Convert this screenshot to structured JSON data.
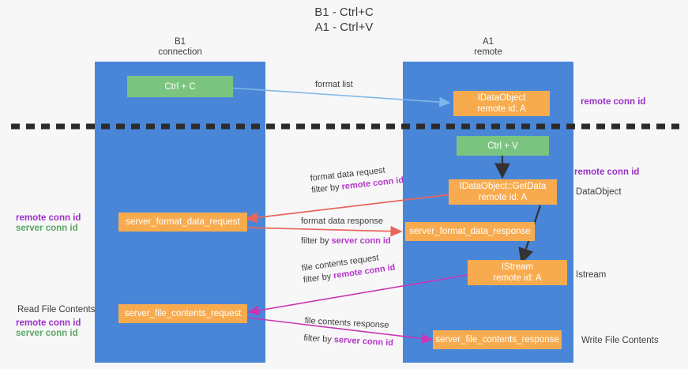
{
  "diagram": {
    "title": "B1 - Ctrl+C\nA1 - Ctrl+V",
    "type": "sequence-diagram",
    "background_color": "#f7f7f7",
    "lane_color": "#4a86d8",
    "node_colors": {
      "action": "#7ac47f",
      "message": "#f8ab4e"
    },
    "accent_colors": {
      "remote_conn_id": "#b537c9",
      "server_conn_id": "#5aa564",
      "format_arrow": "#e8655a",
      "file_arrow": "#c936b5",
      "copy_arrow": "#7fb8e8",
      "flow_arrow": "#333333"
    }
  },
  "columns": [
    {
      "id": "b1",
      "heading": "B1\nconnection"
    },
    {
      "id": "a1",
      "heading": "A1\nremote"
    }
  ],
  "nodes": {
    "ctrl_c": {
      "label": "Ctrl + C",
      "style": "green"
    },
    "idataobject": {
      "label": "IDataObject\nremote id: A",
      "style": "orange"
    },
    "ctrl_v": {
      "label": "Ctrl + V",
      "style": "green"
    },
    "getdata": {
      "label": "IDataObject::GetData\nremote id: A",
      "style": "orange"
    },
    "server_format_data_request": {
      "label": "server_format_data_request",
      "style": "orange"
    },
    "server_format_data_response": {
      "label": "server_format_data_response",
      "style": "orange"
    },
    "istream": {
      "label": "IStream\nremote id: A",
      "style": "orange"
    },
    "server_file_contents_request": {
      "label": "server_file_contents_request",
      "style": "orange"
    },
    "server_file_contents_response": {
      "label": "server_file_contents_response",
      "style": "orange"
    }
  },
  "edge_labels": {
    "format_list": {
      "line1": "format list",
      "line2": "",
      "highlight": ""
    },
    "format_data_request": {
      "line1": "format data request",
      "line2_prefix": "filter by ",
      "line2_highlight": "remote conn id"
    },
    "format_data_response": {
      "line1": "format data response",
      "line2_prefix": "filter by ",
      "line2_highlight": "server conn id"
    },
    "file_contents_request": {
      "line1": "file contents request",
      "line2_prefix": "filter by ",
      "line2_highlight": "remote conn id"
    },
    "file_contents_response": {
      "line1": "file contents response",
      "line2_prefix": "filter by ",
      "line2_highlight": "server conn id"
    }
  },
  "side_notes": {
    "right_remote_conn_id_top": "remote conn id",
    "right_remote_conn_id_mid": "remote conn id",
    "right_dataobject": "DataObject",
    "right_istream": "Istream",
    "right_write_file_contents": "Write File Contents",
    "left_remote_conn_id": "remote conn id",
    "left_server_conn_id": "server conn id",
    "left_read_file_contents": "Read File Contents",
    "left_remote_conn_id_2": "remote conn id",
    "left_server_conn_id_2": "server conn id"
  }
}
